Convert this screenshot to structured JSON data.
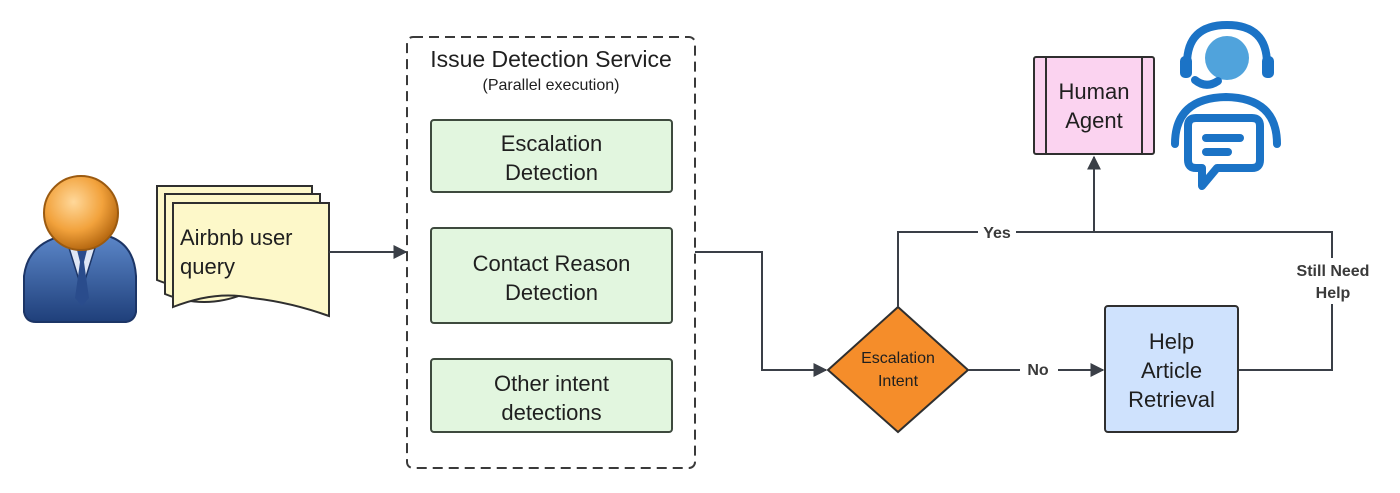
{
  "service": {
    "title": "Issue Detection Service",
    "subtitle": "(Parallel execution)",
    "detectors": [
      {
        "line1": "Escalation",
        "line2": "Detection"
      },
      {
        "line1": "Contact Reason",
        "line2": "Detection"
      },
      {
        "line1": "Other intent",
        "line2": "detections"
      }
    ]
  },
  "query_doc": {
    "line1": "Airbnb user",
    "line2": "query"
  },
  "decision": {
    "line1": "Escalation",
    "line2": "Intent"
  },
  "human_agent": {
    "line1": "Human",
    "line2": "Agent"
  },
  "help_article": {
    "line1": "Help",
    "line2": "Article",
    "line3": "Retrieval"
  },
  "edge_labels": {
    "yes": "Yes",
    "no": "No",
    "still_need_line1": "Still Need",
    "still_need_line2": "Help"
  },
  "icons": {
    "user": "user-avatar-icon",
    "agent": "support-agent-headset-icon"
  },
  "colors": {
    "detector_fill": "#e2f6df",
    "detector_stroke": "#3e4a3e",
    "doc_fill": "#fdf8c9",
    "decision_fill": "#f58d2a",
    "human_fill": "#fbd3f0",
    "help_fill": "#cfe2fd",
    "agent_icon": "#1b73c6",
    "user_head": "#f5a94a",
    "user_body": "#2e58a0"
  }
}
